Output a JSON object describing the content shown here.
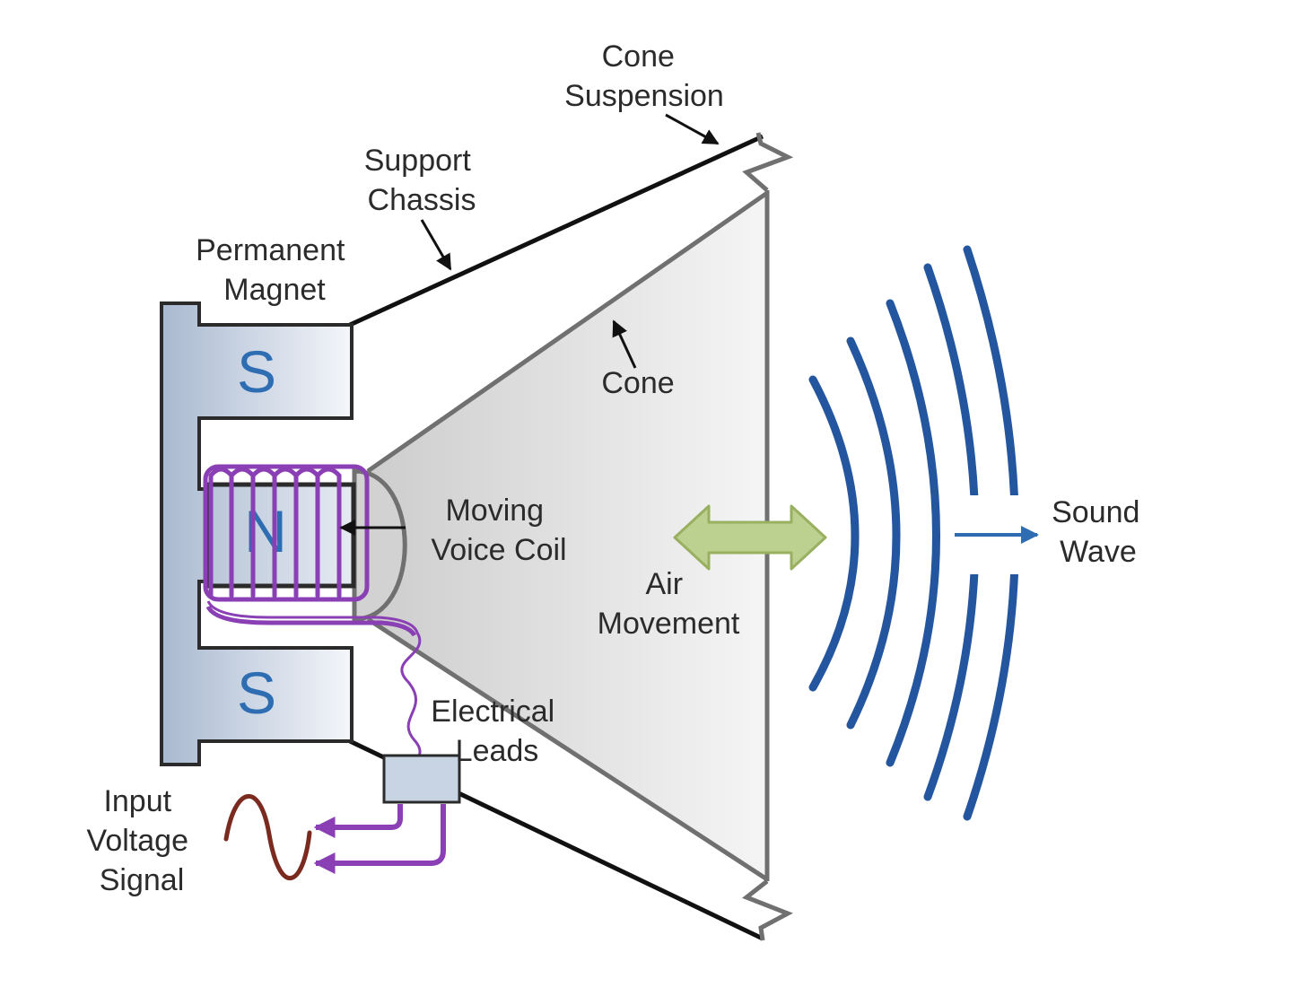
{
  "labels": {
    "cone_suspension": [
      "Cone",
      "Suspension"
    ],
    "support_chassis": [
      "Support",
      "Chassis"
    ],
    "permanent_magnet": [
      "Permanent",
      "Magnet"
    ],
    "cone": "Cone",
    "moving_voice_coil": [
      "Moving",
      "Voice Coil"
    ],
    "air_movement": [
      "Air",
      "Movement"
    ],
    "sound_wave": [
      "Sound",
      "Wave"
    ],
    "electrical_leads": [
      "Electrical",
      "Leads"
    ],
    "input_voltage_signal": [
      "Input",
      "Voltage",
      "Signal"
    ]
  },
  "poles": {
    "top": "S",
    "center": "N",
    "bottom": "S"
  },
  "colors": {
    "magnet_stroke": "#2b2b2b",
    "pole_text": "#2f6db3",
    "coil": "#8a3fb5",
    "wave": "#23569e",
    "air_arrow_fill": "#bcd08f",
    "air_arrow_stroke": "#98b060",
    "signal": "#7a2a1e"
  }
}
